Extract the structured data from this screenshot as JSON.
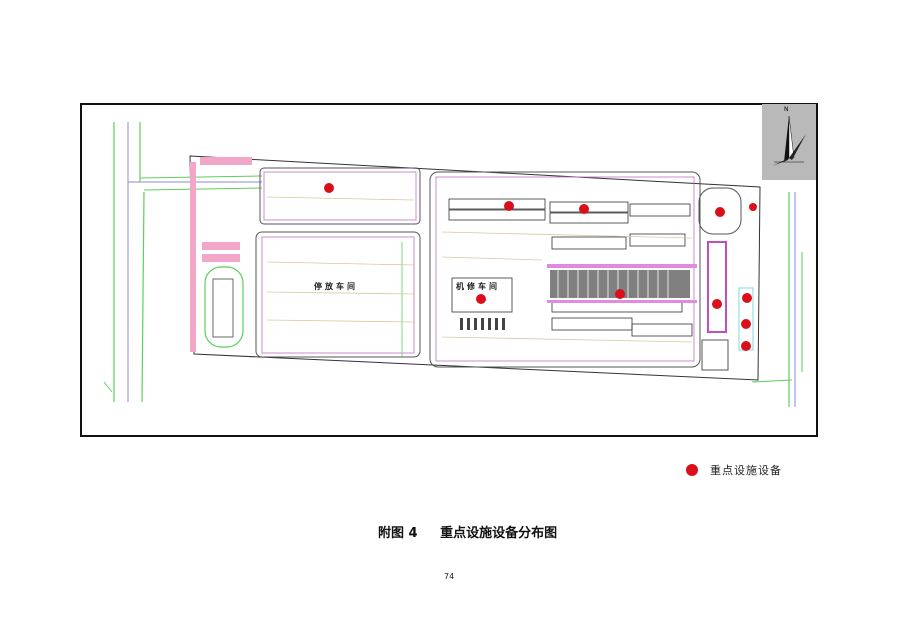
{
  "figure": {
    "map_labels": [
      "停放车间",
      "机修车间"
    ],
    "compass_label": "N",
    "marker_color": "#d9101a"
  },
  "legend": {
    "label": "重点设施设备"
  },
  "caption": {
    "number": "附图 4",
    "title": "重点设施设备分布图"
  },
  "page_number": "74"
}
